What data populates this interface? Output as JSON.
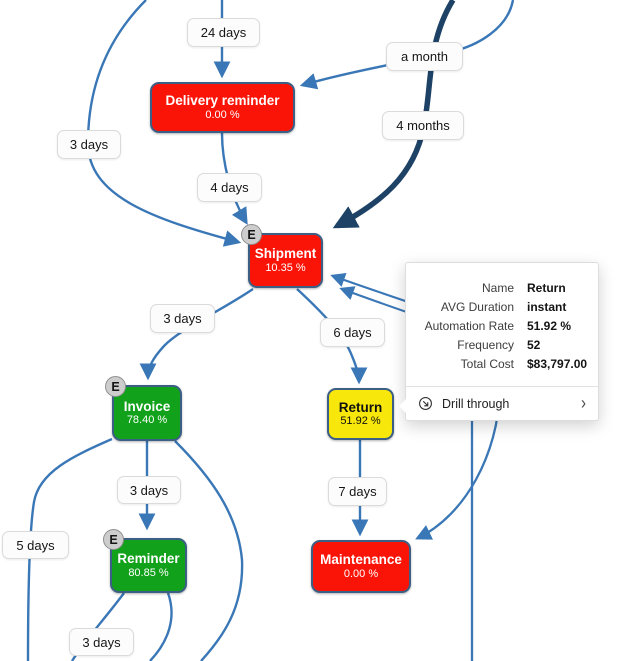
{
  "colors": {
    "edge": "#3a77b6",
    "edge_dark": "#1d4266",
    "node_red": "#fa1408",
    "node_green": "#12a11b",
    "node_yellow": "#f7e70a",
    "node_border": "#3c5f85",
    "label_bg": "#fcfcfc",
    "label_border": "#dbdbdb"
  },
  "nodes": [
    {
      "label": "Delivery reminder",
      "value": "0.00 %",
      "badge": ""
    },
    {
      "label": "Shipment",
      "value": "10.35 %",
      "badge": "E"
    },
    {
      "label": "Invoice",
      "value": "78.40 %",
      "badge": "E"
    },
    {
      "label": "Return",
      "value": "51.92 %",
      "badge": ""
    },
    {
      "label": "Reminder",
      "value": "80.85 %",
      "badge": "E"
    },
    {
      "label": "Maintenance",
      "value": "0.00 %",
      "badge": ""
    }
  ],
  "edge_labels": [
    "24 days",
    "a month",
    "3 days",
    "4 months",
    "4 days",
    "3 days",
    "6 days",
    "3 days",
    "5 days",
    "7 days",
    "3 days"
  ],
  "tooltip": {
    "rows": [
      {
        "label": "Name",
        "value": "Return"
      },
      {
        "label": "AVG Duration",
        "value": "instant"
      },
      {
        "label": "Automation Rate",
        "value": "51.92 %"
      },
      {
        "label": "Frequency",
        "value": "52"
      },
      {
        "label": "Total Cost",
        "value": "$83,797.00"
      }
    ],
    "action": "Drill through",
    "chevron": "›"
  }
}
